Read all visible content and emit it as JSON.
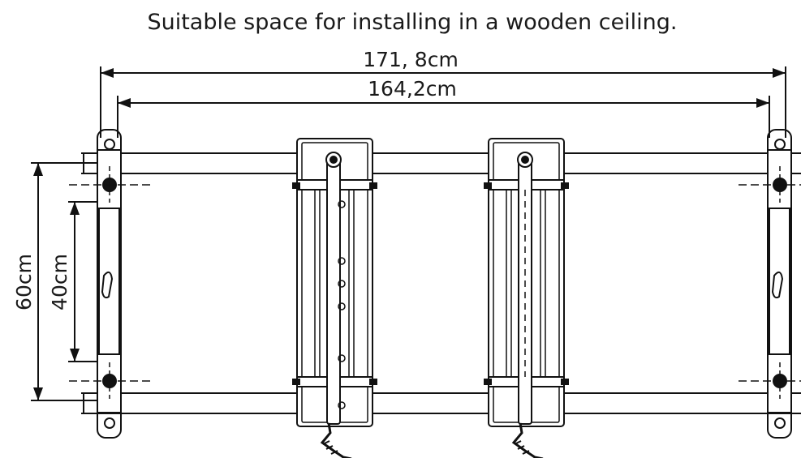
{
  "title": "Suitable space for installing in a wooden ceiling.",
  "dimensions": {
    "outer_width": "171, 8cm",
    "inner_width": "164,2cm",
    "outer_height": "60cm",
    "inner_height": "40cm"
  },
  "colors": {
    "line": "#111111",
    "background": "#ffffff"
  }
}
